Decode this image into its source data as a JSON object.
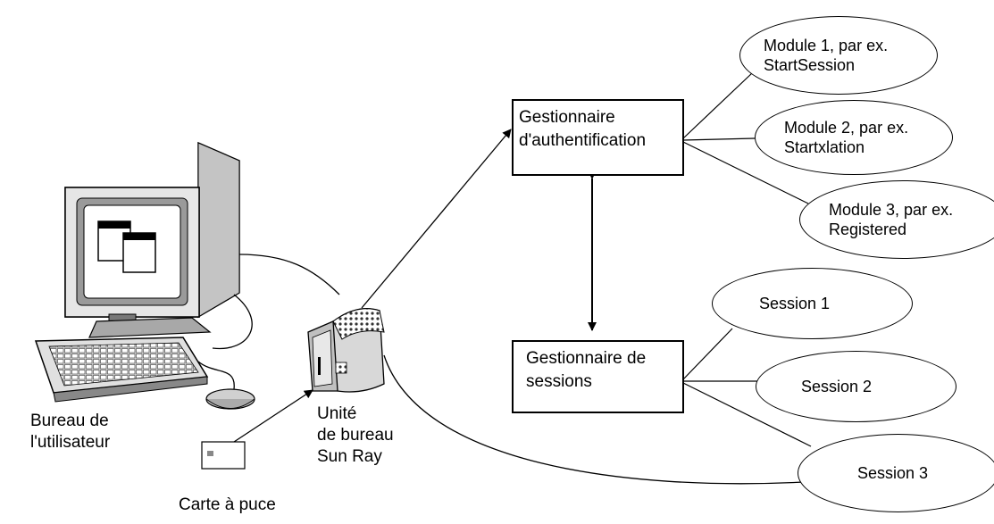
{
  "auth_manager": {
    "line1": "Gestionnaire",
    "line2": "d'authentification"
  },
  "session_manager": {
    "line1": "Gestionnaire de",
    "line2": "sessions"
  },
  "modules": [
    {
      "line1": "Module 1, par ex.",
      "line2": "StartSession"
    },
    {
      "line1": "Module 2, par ex.",
      "line2": "Startxlation"
    },
    {
      "line1": "Module 3, par ex.",
      "line2": "Registered"
    }
  ],
  "sessions": [
    {
      "label": "Session 1"
    },
    {
      "label": "Session 2"
    },
    {
      "label": "Session 3"
    }
  ],
  "user_desktop": {
    "line1": "Bureau de",
    "line2": "l'utilisateur"
  },
  "sunray_unit": {
    "line1": "Unité",
    "line2": "de bureau",
    "line3": "Sun Ray"
  },
  "smart_card": {
    "label": "Carte à puce"
  }
}
